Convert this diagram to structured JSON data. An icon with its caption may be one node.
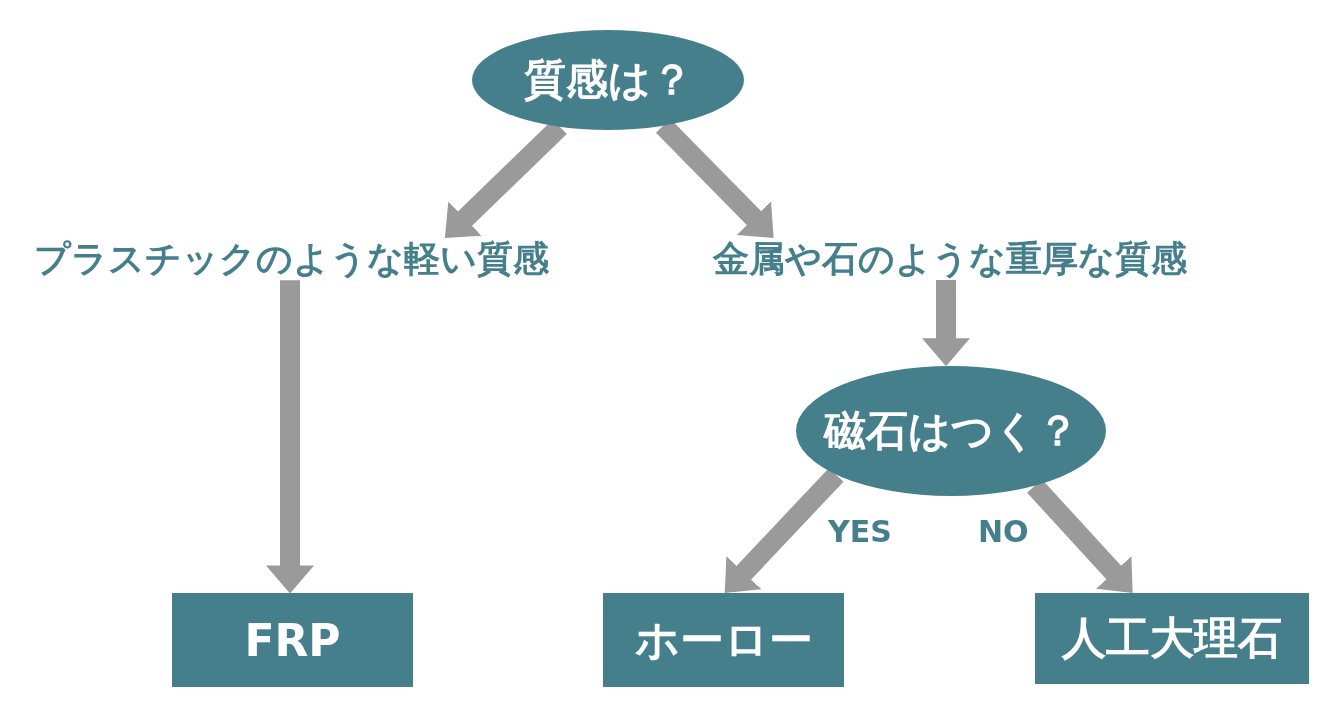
{
  "diagram": {
    "nodes": [
      {
        "text": [
          "質感は？"
        ]
      },
      {
        "text": [
          "プラスチックのような軽い質感"
        ]
      },
      {
        "text": [
          "金属や石のような重厚な質感"
        ]
      },
      {
        "text": [
          "磁石はつく？"
        ]
      },
      {
        "text": [
          "FRP"
        ]
      },
      {
        "text": [
          "ホーロー"
        ]
      },
      {
        "text": [
          "人工大理石"
        ]
      }
    ],
    "edges": [
      {
        "from": 0,
        "to": 1,
        "arrow": "to"
      },
      {
        "from": 0,
        "to": 2,
        "arrow": "to"
      },
      {
        "from": 1,
        "to": 4,
        "arrow": "to"
      },
      {
        "from": 2,
        "to": 3,
        "arrow": "to"
      },
      {
        "from": 3,
        "to": 5,
        "arrow": "to",
        "label": "YES"
      },
      {
        "from": 3,
        "to": 6,
        "arrow": "to",
        "label": "NO"
      }
    ]
  }
}
